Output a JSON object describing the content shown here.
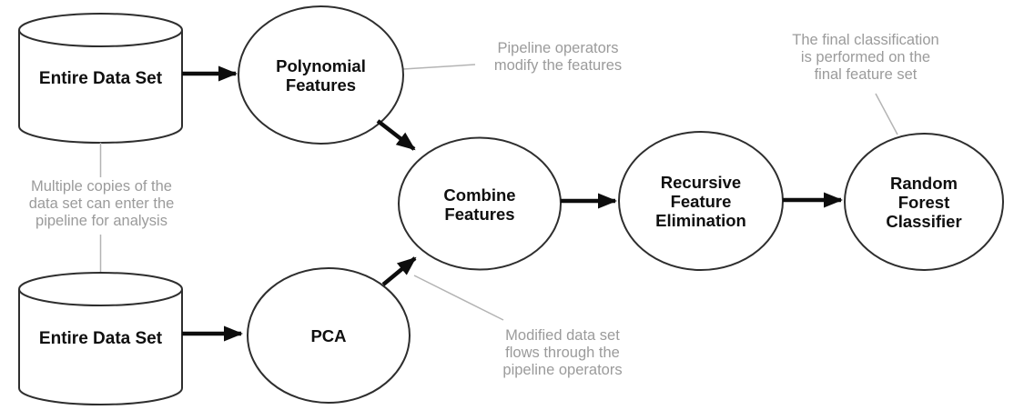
{
  "diagram": {
    "title": "Machine learning pipeline diagram",
    "nodes": {
      "dataset_top": {
        "label": "Entire Data Set",
        "shape": "cylinder"
      },
      "dataset_bottom": {
        "label": "Entire Data Set",
        "shape": "cylinder"
      },
      "polynomial": {
        "label": "Polynomial\nFeatures",
        "shape": "circle"
      },
      "pca": {
        "label": "PCA",
        "shape": "circle"
      },
      "combine": {
        "label": "Combine\nFeatures",
        "shape": "circle"
      },
      "rfe": {
        "label": "Recursive\nFeature\nElimination",
        "shape": "circle"
      },
      "rfc": {
        "label": "Random\nForest\nClassifier",
        "shape": "circle"
      }
    },
    "edges": [
      {
        "from": "dataset_top",
        "to": "polynomial"
      },
      {
        "from": "polynomial",
        "to": "combine"
      },
      {
        "from": "dataset_bottom",
        "to": "pca"
      },
      {
        "from": "pca",
        "to": "combine"
      },
      {
        "from": "combine",
        "to": "rfe"
      },
      {
        "from": "rfe",
        "to": "rfc"
      }
    ],
    "annotations": {
      "pipeline_operators": {
        "text": "Pipeline operators\nmodify the features"
      },
      "final_classification": {
        "text": "The final classification\nis performed on the\nfinal feature set"
      },
      "multiple_copies": {
        "text": "Multiple copies of the\ndata set can enter the\npipeline for analysis"
      },
      "modified_dataset": {
        "text": "Modified data set\nflows through the\npipeline operators"
      }
    },
    "colors": {
      "background": "#ffffff",
      "node_stroke": "#2e2e2e",
      "node_fill": "#ffffff",
      "node_text": "#0f0f0f",
      "arrow": "#0d0d0d",
      "annotation_text": "#9b9b9b",
      "annotation_line": "#b4b4b4"
    }
  }
}
